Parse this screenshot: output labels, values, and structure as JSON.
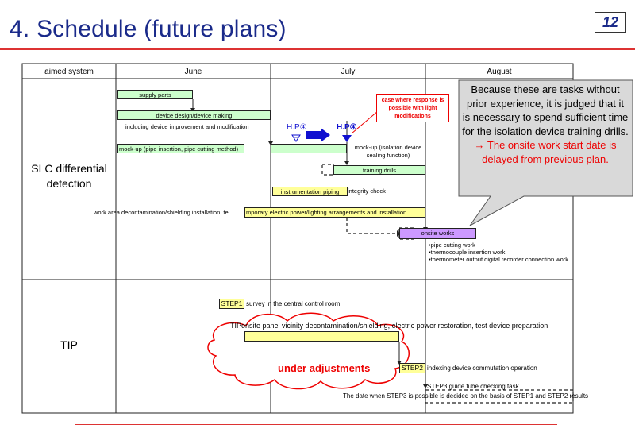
{
  "title": "4. Schedule (future plans)",
  "page_number": "12",
  "table": {
    "columns": [
      "aimed system",
      "June",
      "July",
      "August"
    ],
    "rows": [
      "SLC differential detection",
      "TIP"
    ]
  },
  "slc": {
    "supply_parts": "supply parts",
    "device_design": "device design/device making",
    "device_improvement": "including device improvement and modification",
    "mockup_pipe": "mock-up (pipe insertion, pipe cutting method)",
    "mockup_isolation": "mock-up (isolation device sealing function)",
    "training_drills": "training drills",
    "instrumentation_piping": "instrumentation piping",
    "integrity_check": "integrity check",
    "work_area_prefix": "work area decontamination/shielding installation, te",
    "temporary_power": "mporary electric power/lighting arrangements and installation",
    "onsite_works": "onsite works",
    "onsite_details": [
      "•pipe cutting work",
      "•thermocouple insertion work",
      "•thermometer output digital recorder connection work"
    ],
    "hp_left": "H.P④",
    "hp_right": "H.P④",
    "note": "case where response is possible with light modifications"
  },
  "callout": {
    "line1": "Because these are tasks without prior experience, it is judged that it is necessary to spend sufficient time for the isolation device training drills.",
    "line2": "→ The onsite work start date is delayed from previous plan."
  },
  "tip": {
    "step1": "STEP1",
    "step1_text": "survey in the central control room",
    "onsite_prefix": "TIP",
    "onsite_text": "onsite panel vicinity decontamination/shielding, electric power restoration, test device preparation",
    "under_adjustments": "under adjustments",
    "step2": "STEP2",
    "step2_text": "indexing device commutation operation",
    "step3_text": "STEP3 guide tube checking task",
    "step3_note": "The date when STEP3 is possible is decided on the basis of STEP1 and STEP2 results"
  },
  "colors": {
    "title": "#1a2a8a",
    "accent_red": "#e00000",
    "green_bar": "#ccffcc",
    "yellow_bar": "#ffff99",
    "purple_bar": "#cc99ff",
    "callout_fill": "#d9d9d9",
    "hp_blue": "#1010d0"
  }
}
